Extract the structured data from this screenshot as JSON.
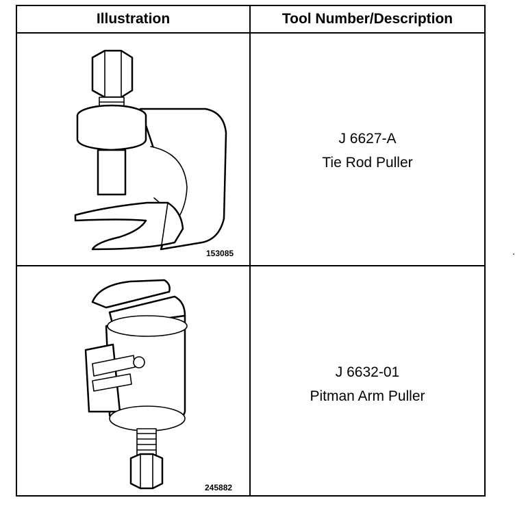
{
  "table": {
    "headers": {
      "illustration": "Illustration",
      "tool": "Tool Number/Description"
    },
    "rows": [
      {
        "image_id": "153085",
        "tool_number": "J 6627-A",
        "description": "Tie Rod Puller"
      },
      {
        "image_id": "245882",
        "tool_number": "J 6632-01",
        "description": "Pitman Arm Puller"
      }
    ]
  }
}
